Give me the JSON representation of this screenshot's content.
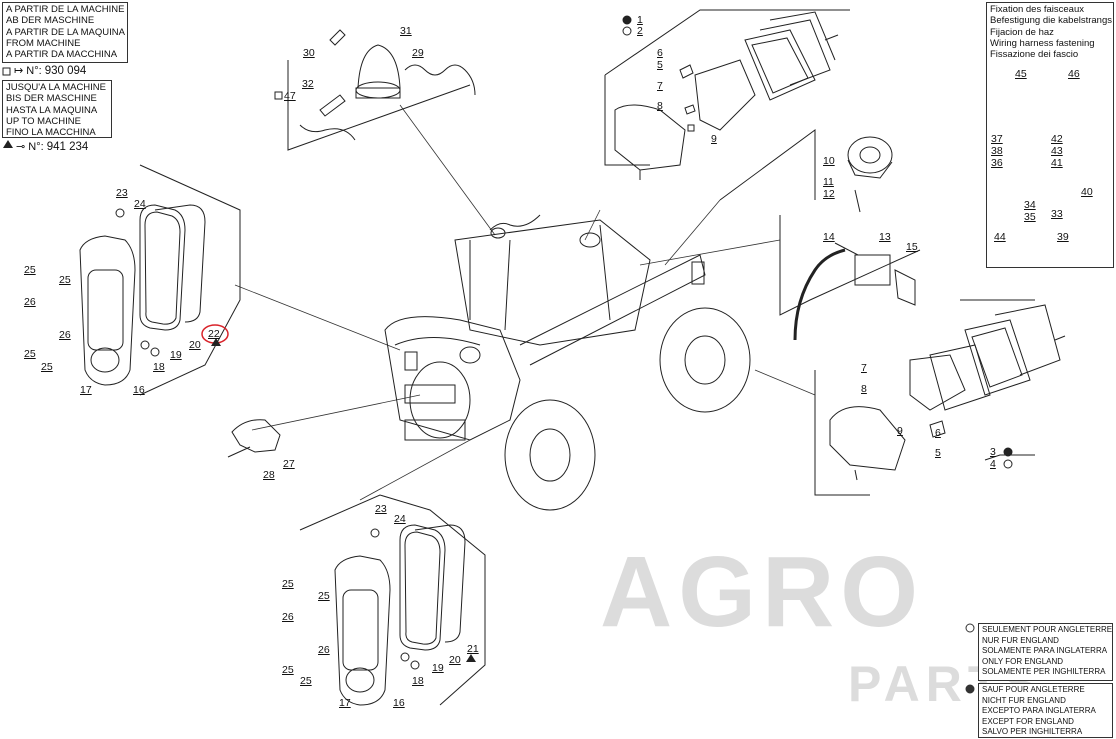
{
  "from_machine_box": {
    "lines": [
      "A PARTIR DE LA MACHINE",
      "AB DER MASCHINE",
      "A PARTIR DE LA MAQUINA",
      "FROM MACHINE",
      "A PARTIR DA MACCHINA"
    ],
    "serial_prefix": "N°:",
    "serial": "930 094"
  },
  "up_to_machine_box": {
    "lines": [
      "JUSQU'A LA MACHINE",
      "BIS DER MASCHINE",
      "HASTA LA MAQUINA",
      "UP TO MACHINE",
      "FINO LA MACCHINA"
    ],
    "serial_prefix": "N°:",
    "serial": "941 234"
  },
  "harness_box": {
    "lines": [
      "Fixation des faisceaux",
      "Befestigung die kabelstrangs",
      "Fijacion de haz",
      "Wiring harness fastening",
      "Fissazione dei fascio"
    ],
    "callouts": [
      "45",
      "46",
      "37",
      "38",
      "36",
      "42",
      "43",
      "41",
      "40",
      "34",
      "35",
      "33",
      "44",
      "39"
    ]
  },
  "england_only_box": {
    "lines": [
      "SEULEMENT POUR ANGLETERRE",
      "NUR FUR ENGLAND",
      "SOLAMENTE PARA INGLATERRA",
      "ONLY FOR ENGLAND",
      "SOLAMENTE PER INGHILTERRA"
    ]
  },
  "except_england_box": {
    "lines": [
      "SAUF POUR ANGLETERRE",
      "NICHT FUR ENGLAND",
      "EXCEPTO PARA INGLATERRA",
      "EXCEPT FOR ENGLAND",
      "SALVO PER INGHILTERRA"
    ]
  },
  "callouts": {
    "beacon": [
      "31",
      "30",
      "29",
      "32",
      "47"
    ],
    "work_light_top": [
      "1",
      "2",
      "6",
      "5",
      "7",
      "8",
      "9"
    ],
    "horn": [
      "10",
      "11",
      "12"
    ],
    "sensor": [
      "14",
      "13",
      "15"
    ],
    "work_light_right": [
      "7",
      "8",
      "9",
      "6",
      "5",
      "3",
      "4"
    ],
    "rear_lamp_upper": [
      "23",
      "24",
      "25",
      "25",
      "26",
      "26",
      "25",
      "25",
      "22",
      "20",
      "19",
      "18",
      "17",
      "16"
    ],
    "rear_lamp_lower": [
      "23",
      "24",
      "25",
      "26",
      "25",
      "26",
      "25",
      "25",
      "19",
      "20",
      "21",
      "18",
      "17",
      "16"
    ],
    "plate_light": [
      "27",
      "28"
    ]
  },
  "watermark": {
    "line1": "AGRO",
    "line2": "PARTS"
  },
  "colors": {
    "line": "#222222",
    "highlight": "#d9232a",
    "watermark": "#dcdcdc"
  }
}
